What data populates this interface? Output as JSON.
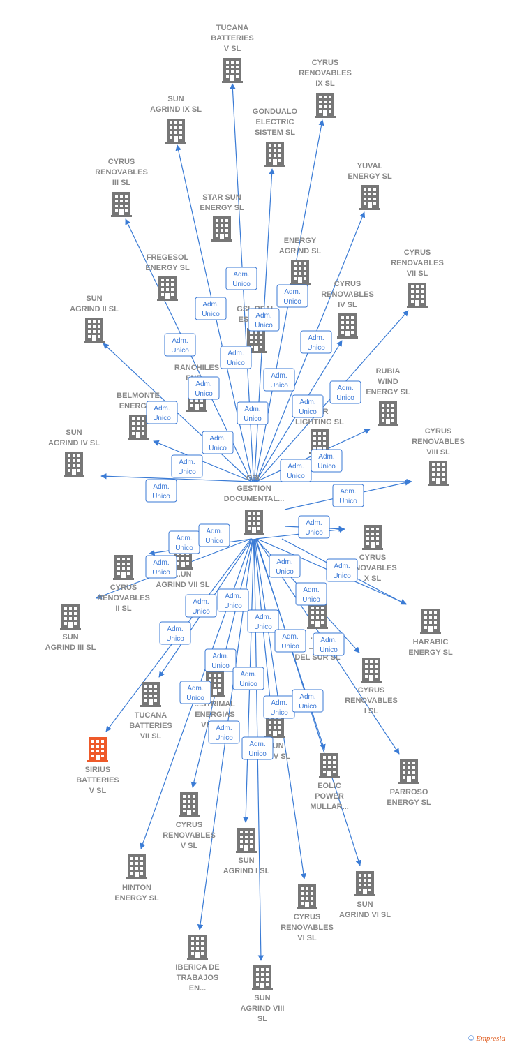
{
  "diagram": {
    "center": {
      "name": "GSL GESTION DOCUMENTAL...",
      "lines": [
        "GSL",
        "GESTION",
        "DOCUMENTAL..."
      ]
    },
    "edge_label": [
      "Adm.",
      "Unico"
    ],
    "nodes": [
      {
        "id": "tucana-v",
        "lines": [
          "TUCANA",
          "BATTERIES",
          "V  SL"
        ]
      },
      {
        "id": "cyrus-ix",
        "lines": [
          "CYRUS",
          "RENOVABLES",
          "IX  SL"
        ]
      },
      {
        "id": "sun-ix",
        "lines": [
          "SUN",
          "AGRIND IX  SL"
        ]
      },
      {
        "id": "gondualo",
        "lines": [
          "GONDUALO",
          "ELECTRIC",
          "SISTEM  SL"
        ]
      },
      {
        "id": "yuval",
        "lines": [
          "YUVAL",
          "ENERGY  SL"
        ]
      },
      {
        "id": "cyrus-iii",
        "lines": [
          "CYRUS",
          "RENOVABLES",
          "III  SL"
        ]
      },
      {
        "id": "star-sun",
        "lines": [
          "STAR SUN",
          "ENERGY  SL"
        ]
      },
      {
        "id": "energy-agrind",
        "lines": [
          "ENERGY",
          "AGRIND  SL"
        ]
      },
      {
        "id": "cyrus-vii",
        "lines": [
          "CYRUS",
          "RENOVABLES",
          "VII  SL"
        ]
      },
      {
        "id": "fregesol",
        "lines": [
          "FREGESOL",
          "ENERGY  SL"
        ]
      },
      {
        "id": "cyrus-iv",
        "lines": [
          "CYRUS",
          "RENOVABLES",
          "IV  SL"
        ]
      },
      {
        "id": "sun-ii",
        "lines": [
          "SUN",
          "AGRIND II  SL"
        ]
      },
      {
        "id": "gsl-real",
        "lines": [
          "GSL  REAL",
          "ESTATE..."
        ]
      },
      {
        "id": "ranchiles",
        "lines": [
          "RANCHILES",
          "ENE..."
        ]
      },
      {
        "id": "rubia",
        "lines": [
          "RUBIA",
          "WIND",
          "ENERGY  SL"
        ]
      },
      {
        "id": "belmonte",
        "lines": [
          "BELMONTE",
          "ENERGY..."
        ]
      },
      {
        "id": "solar-lighting",
        "lines": [
          "...AR",
          "LIGHTING SL"
        ]
      },
      {
        "id": "sun-iv",
        "lines": [
          "SUN",
          "AGRIND IV  SL"
        ]
      },
      {
        "id": "cyrus-viii",
        "lines": [
          "CYRUS",
          "RENOVABLES",
          "VIII  SL"
        ]
      },
      {
        "id": "cyrus-x",
        "lines": [
          "CYRUS",
          "...NOVABLES",
          "X  SL"
        ]
      },
      {
        "id": "sun-vii",
        "lines": [
          "...UN",
          "AGRIND VII  SL"
        ]
      },
      {
        "id": "cyrus-ii",
        "lines": [
          "CYRUS",
          "RENOVABLES",
          "II  SL"
        ]
      },
      {
        "id": "sun-iii",
        "lines": [
          "SUN",
          "AGRIND III  SL"
        ]
      },
      {
        "id": "harabic",
        "lines": [
          "HARABIC",
          "ENERGY  SL"
        ]
      },
      {
        "id": "del-sur",
        "lines": [
          "...UI",
          "...CN",
          "DEL SUR  SL"
        ]
      },
      {
        "id": "cyrus-i",
        "lines": [
          "CYRUS",
          "RENOVABLES",
          "I  SL"
        ]
      },
      {
        "id": "tucana-vii",
        "lines": [
          "TUCANA",
          "BATTERIES",
          "VII  SL"
        ]
      },
      {
        "id": "estrimal",
        "lines": [
          "...STRIMAL",
          "ENERGIAS",
          "VERD..."
        ]
      },
      {
        "id": "sun-v",
        "lines": [
          "...UN",
          "...D V  SL"
        ]
      },
      {
        "id": "sirius-v",
        "lines": [
          "SIRIUS",
          "BATTERIES",
          "V  SL"
        ],
        "highlight": true
      },
      {
        "id": "eolic",
        "lines": [
          "EOLIC",
          "POWER",
          "MULLAR..."
        ]
      },
      {
        "id": "parroso",
        "lines": [
          "PARROSO",
          "ENERGY  SL"
        ]
      },
      {
        "id": "cyrus-v",
        "lines": [
          "CYRUS",
          "RENOVABLES",
          "V  SL"
        ]
      },
      {
        "id": "sun-i",
        "lines": [
          "SUN",
          "AGRIND I  SL"
        ]
      },
      {
        "id": "hinton",
        "lines": [
          "HINTON",
          "ENERGY  SL"
        ]
      },
      {
        "id": "sun-vi",
        "lines": [
          "SUN",
          "AGRIND VI  SL"
        ]
      },
      {
        "id": "cyrus-vi",
        "lines": [
          "CYRUS",
          "RENOVABLES",
          "VI  SL"
        ]
      },
      {
        "id": "iberica",
        "lines": [
          "IBERICA DE",
          "TRABAJOS",
          "EN..."
        ]
      },
      {
        "id": "sun-viii",
        "lines": [
          "SUN",
          "AGRIND VIII",
          "SL"
        ]
      }
    ]
  },
  "footer": {
    "copyright": "©",
    "brand": "Empresia"
  },
  "colors": {
    "edge": "#3a7bd5",
    "node": "#777777",
    "highlight": "#ee5a2a",
    "label": "#888888"
  }
}
